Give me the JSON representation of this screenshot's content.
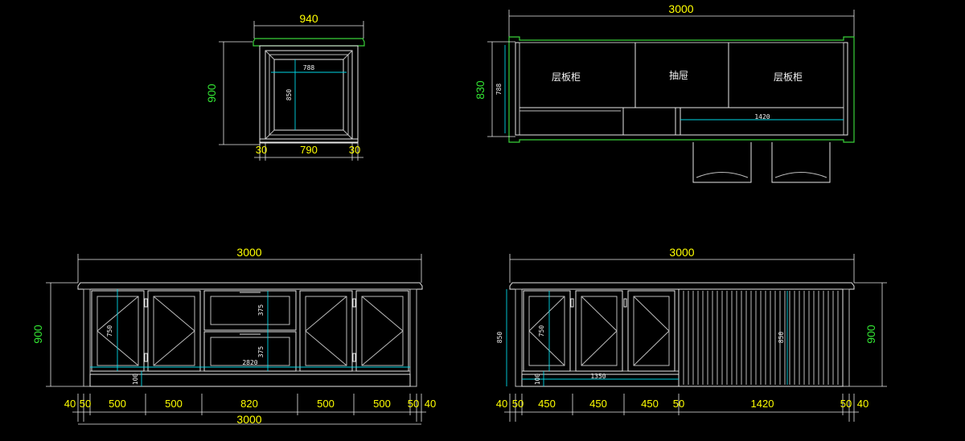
{
  "colors": {
    "background": "#000000",
    "line": "#e8e8e8",
    "dimension_text": "#ffff00",
    "overall_text": "#33e633",
    "inner_dimension": "#00d7e6",
    "top_outline": "#3ad13a"
  },
  "side_view": {
    "width_label": "940",
    "height_label": "900",
    "inner_width": "788",
    "inner_height": "850",
    "bottom_left": "30",
    "bottom_mid": "790",
    "bottom_right": "30"
  },
  "top_view": {
    "width_label": "3000",
    "depth_outer": "830",
    "depth_inner": "788",
    "inner_span": "1420",
    "left_compartment": "层板柜",
    "middle_compartment": "抽屉",
    "right_compartment": "层板柜"
  },
  "front_view": {
    "top_label": "3000",
    "height_label": "900",
    "door_height": "750",
    "drawer_upper": "375",
    "drawer_lower": "375",
    "inner_span": "2820",
    "plinth": "100",
    "bottom_segments": [
      "40",
      "50",
      "500",
      "500",
      "820",
      "500",
      "500",
      "50",
      "40"
    ],
    "bottom_total": "3000"
  },
  "back_view": {
    "top_label": "3000",
    "height_left": "850",
    "height_right": "900",
    "door_height": "750",
    "panel_height": "850",
    "inner_span": "1350",
    "plinth": "100",
    "bottom_segments": [
      "40",
      "50",
      "450",
      "450",
      "450",
      "50",
      "1420",
      "50",
      "40"
    ]
  }
}
